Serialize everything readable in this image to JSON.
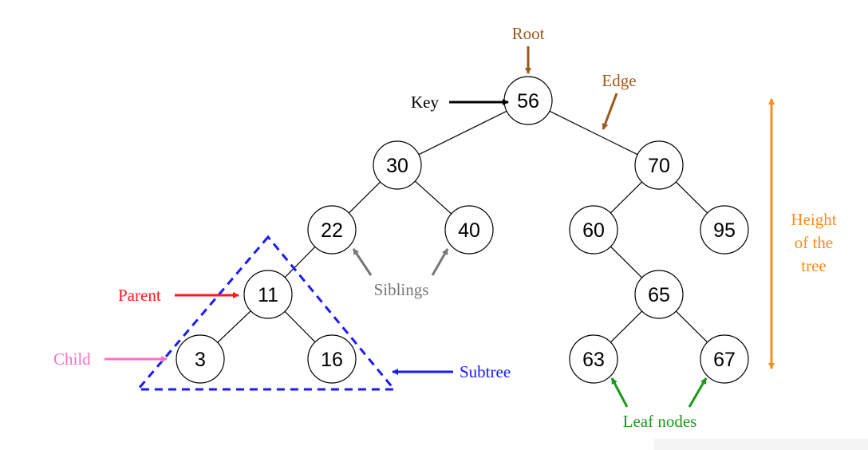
{
  "nodes": [
    {
      "id": "n56",
      "key": "56"
    },
    {
      "id": "n30",
      "key": "30"
    },
    {
      "id": "n70",
      "key": "70"
    },
    {
      "id": "n22",
      "key": "22"
    },
    {
      "id": "n40",
      "key": "40"
    },
    {
      "id": "n60",
      "key": "60"
    },
    {
      "id": "n95",
      "key": "95"
    },
    {
      "id": "n11",
      "key": "11"
    },
    {
      "id": "n65",
      "key": "65"
    },
    {
      "id": "n3",
      "key": "3"
    },
    {
      "id": "n16",
      "key": "16"
    },
    {
      "id": "n63",
      "key": "63"
    },
    {
      "id": "n67",
      "key": "67"
    }
  ],
  "edges": [
    [
      "n56",
      "n30"
    ],
    [
      "n56",
      "n70"
    ],
    [
      "n30",
      "n22"
    ],
    [
      "n30",
      "n40"
    ],
    [
      "n70",
      "n60"
    ],
    [
      "n70",
      "n95"
    ],
    [
      "n22",
      "n11"
    ],
    [
      "n60",
      "n65"
    ],
    [
      "n11",
      "n3"
    ],
    [
      "n11",
      "n16"
    ],
    [
      "n65",
      "n63"
    ],
    [
      "n65",
      "n67"
    ]
  ],
  "annotations": {
    "root": "Root",
    "key": "Key",
    "edge": "Edge",
    "parent": "Parent",
    "child": "Child",
    "siblings": "Siblings",
    "subtree": "Subtree",
    "leaf_nodes": "Leaf nodes",
    "height_line1": "Height",
    "height_line2": "of the",
    "height_line3": "tree"
  },
  "colors": {
    "root": "#9a5a1e",
    "edge": "#9a5a1e",
    "key": "#000000",
    "parent": "#ff1a1a",
    "child": "#ff6ec7",
    "siblings": "#777777",
    "subtree": "#1a1aff",
    "leaf": "#1a9a1a",
    "height": "#ff8c1a",
    "node_stroke": "#000000",
    "tree_edge": "#000000"
  }
}
